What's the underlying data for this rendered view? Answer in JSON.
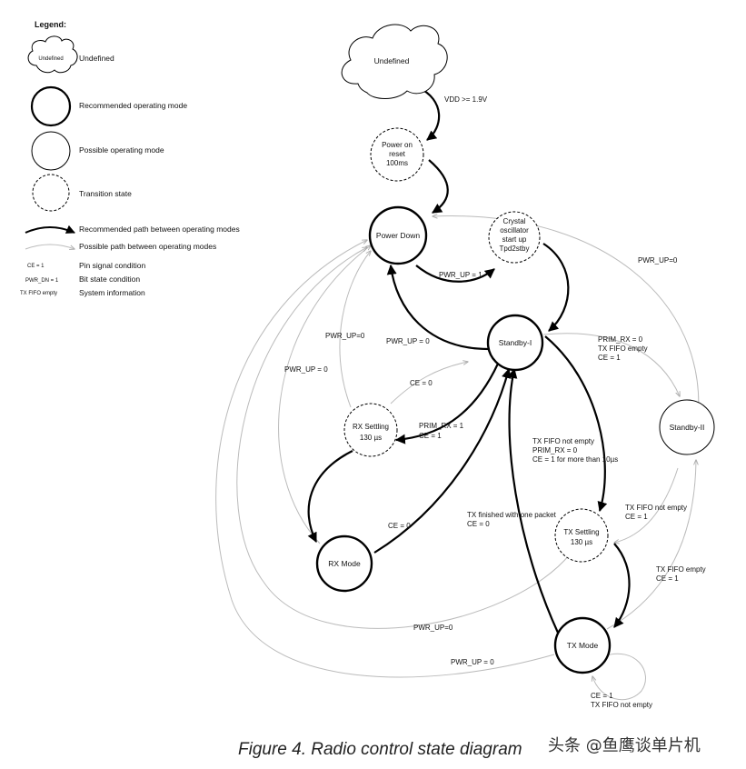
{
  "legend": {
    "title": "Legend:",
    "undefined_cloud": "Undefined",
    "undefined": "Undefined",
    "recommended_mode": "Recommended operating mode",
    "possible_mode": "Possible operating mode",
    "transition_state": "Transition state",
    "recommended_path": "Recommended path between operating modes",
    "possible_path": "Possible path between operating modes",
    "pin_example": "CE = 1",
    "pin_desc": "Pin signal condition",
    "bit_example": "PWR_DN = 1",
    "bit_desc": "Bit state condition",
    "sys_example": "TX FIFO empty",
    "sys_desc": "System information"
  },
  "states": {
    "undefined": "Undefined",
    "por_1": "Power on",
    "por_2": "reset",
    "por_3": "100ms",
    "power_down": "Power Down",
    "crystal_1": "Crystal",
    "crystal_2": "oscillator",
    "crystal_3": "start up",
    "crystal_4": "Tpd2stby",
    "standby1": "Standby-I",
    "standby2": "Standby-II",
    "rx_settling_1": "RX Settling",
    "rx_settling_2": "130 µs",
    "rx_mode": "RX Mode",
    "tx_settling_1": "TX Settling",
    "tx_settling_2": "130 µs",
    "tx_mode": "TX Mode"
  },
  "conditions": {
    "vdd": "VDD >= 1.9V",
    "pwrup1_pd_to_xtal": "PWR_UP = 1",
    "pwrup0_sb1_to_pd": "PWR_UP = 0",
    "pwrup0_rxset_to_pd": "PWR_UP=0",
    "pwrup0_rxmode_to_pd": "PWR_UP = 0",
    "pwrup0_sb2_to_pd": "PWR_UP=0",
    "prim_rx0_1": "PRIM_RX = 0",
    "prim_rx0_2": "TX FIFO empty",
    "prim_rx0_3": "CE = 1",
    "ce0_rxset": "CE = 0",
    "prim_rx1_1": "PRIM_RX = 1",
    "prim_rx1_2": "CE = 1",
    "txne_1": "TX FIFO not empty",
    "txne_2": "PRIM_RX = 0",
    "txne_3": "CE = 1  for more than 10µs",
    "ce0_rxmode": "CE = 0",
    "txfin_1": "TX finished with one packet",
    "txfin_2": "CE = 0",
    "sb2_txset_1": "TX FIFO not empty",
    "sb2_txset_2": "CE = 1",
    "tx_to_sb2_1": "TX FIFO empty",
    "tx_to_sb2_2": "CE = 1",
    "pwrup0_txset_to_pd": "PWR_UP=0",
    "pwrup0_txmode_to_pd": "PWR_UP = 0",
    "loop_1": "CE = 1",
    "loop_2": "TX FIFO not empty"
  },
  "caption": "Figure 4. Radio control state diagram",
  "watermark": "头条 @鱼鹰谈单片机",
  "colors": {
    "recommended": "#000000",
    "possible": "#bbbbbb"
  }
}
